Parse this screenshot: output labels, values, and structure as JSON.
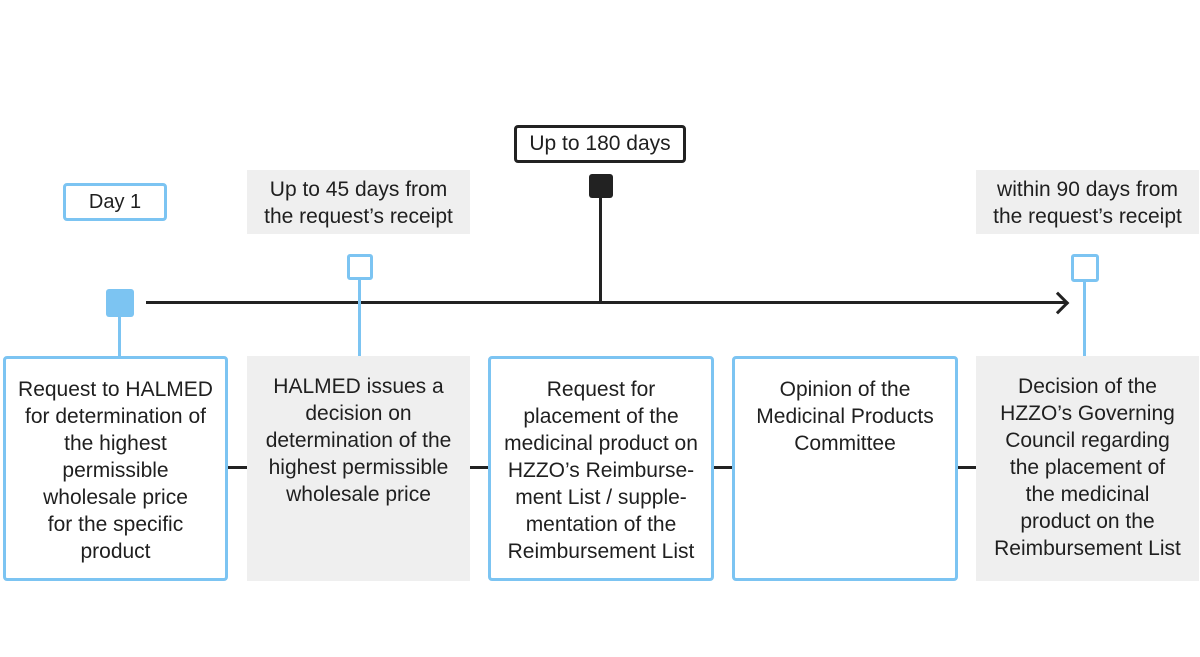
{
  "timeline": {
    "label_day1": "Day 1",
    "label_45": "Up to 45 days from\nthe request’s receipt",
    "label_180": "Up to 180 days",
    "label_90": "within 90 days from\nthe request’s receipt"
  },
  "steps": [
    {
      "text": "Request to HALMED\nfor determination of\nthe highest\npermissible\nwholesale price\nfor the specific\nproduct"
    },
    {
      "text": "HALMED issues a\ndecision on\ndetermination of the\nhighest permissible\nwholesale price"
    },
    {
      "text": "Request for\nplacement of the\nmedicinal product on\nHZZO’s Reimburse-\nment List / supple-\nmentation of the\nReimbursement List"
    },
    {
      "text": "Opinion of the\nMedicinal Products\nCommittee"
    },
    {
      "text": "Decision of the\nHZZO’s Governing\nCouncil regarding\nthe placement of\nthe medicinal\nproduct on the\nReimbursement List"
    }
  ],
  "colors": {
    "accent_blue": "#7cc4f2",
    "dark": "#222222",
    "grey_fill": "#efefef"
  },
  "icons": [
    "milestone-square-icon",
    "arrow-right-icon"
  ]
}
